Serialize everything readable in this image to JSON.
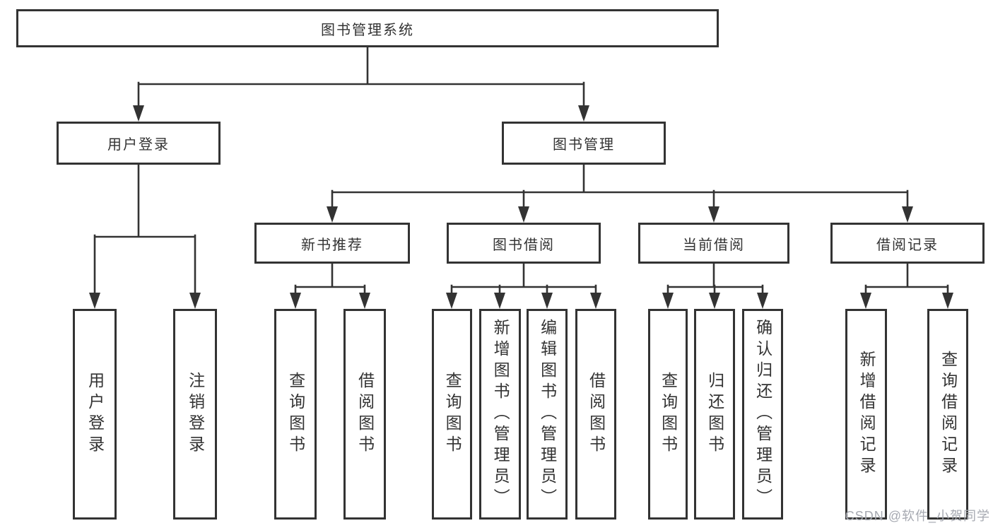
{
  "diagram": {
    "type": "hierarchy-tree",
    "line_color": "#333333",
    "text_color": "#333333",
    "background": "#ffffff"
  },
  "tree": {
    "label": "图书管理系统",
    "children": [
      {
        "label": "用户登录",
        "children": [
          {
            "label": "用户登录"
          },
          {
            "label": "注销登录"
          }
        ]
      },
      {
        "label": "图书管理",
        "children": [
          {
            "label": "新书推荐",
            "children": [
              {
                "label": "查询图书"
              },
              {
                "label": "借阅图书"
              }
            ]
          },
          {
            "label": "图书借阅",
            "children": [
              {
                "label": "查询图书"
              },
              {
                "label": "新增图书（管理员）"
              },
              {
                "label": "编辑图书（管理员）"
              },
              {
                "label": "借阅图书"
              }
            ]
          },
          {
            "label": "当前借阅",
            "children": [
              {
                "label": "查询图书"
              },
              {
                "label": "归还图书"
              },
              {
                "label": "确认归还（管理员）"
              }
            ]
          },
          {
            "label": "借阅记录",
            "children": [
              {
                "label": "新增借阅记录"
              },
              {
                "label": "查询借阅记录"
              }
            ]
          }
        ]
      }
    ]
  },
  "watermark": {
    "text": "CSDN @软件_小贺同学"
  }
}
